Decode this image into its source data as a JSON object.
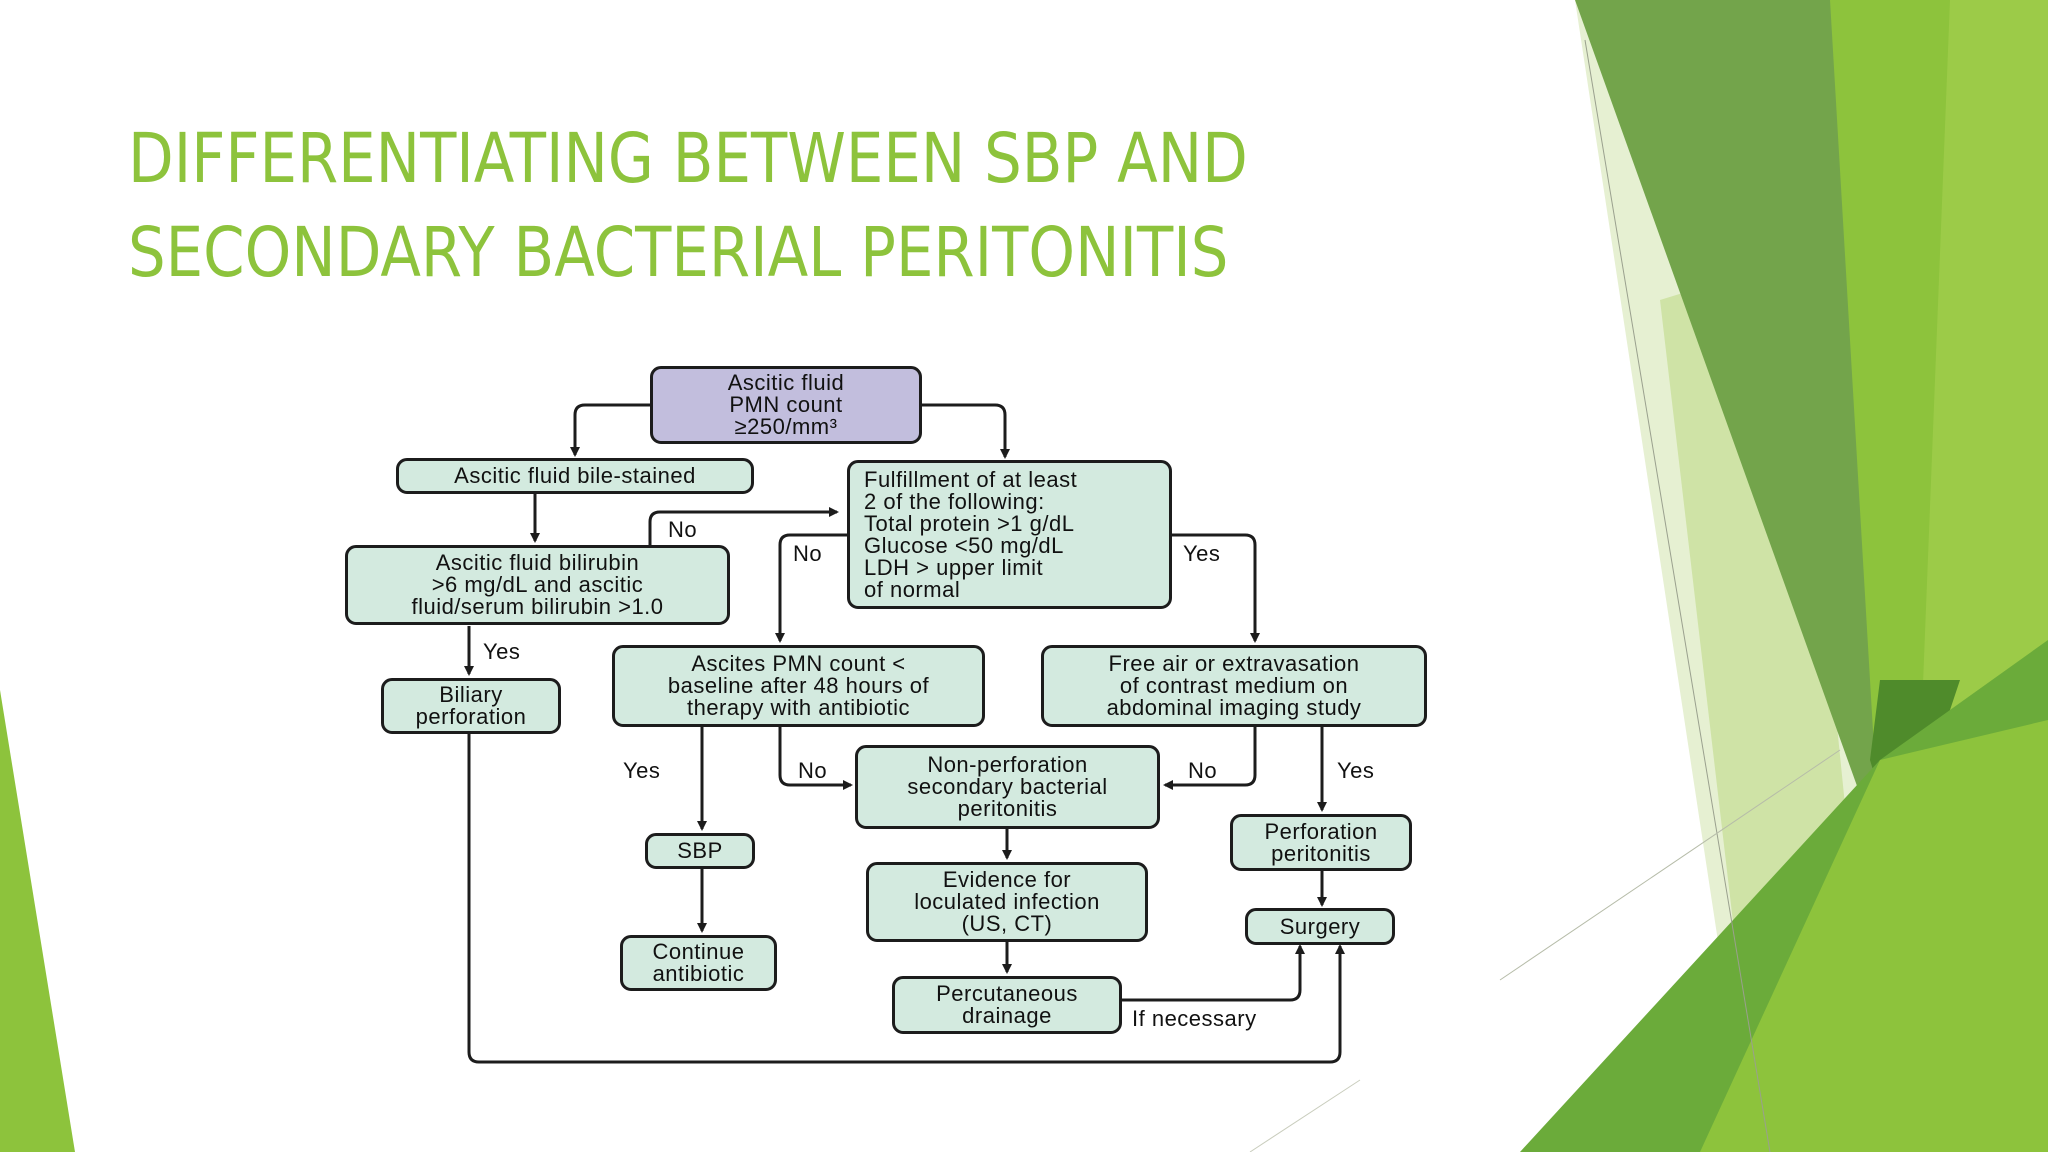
{
  "slide": {
    "title_line1": "DIFFERENTIATING BETWEEN SBP AND",
    "title_line2": "SECONDARY BACTERIAL PERITONITIS"
  },
  "theme": {
    "title_color": "#8dc33c",
    "box_fill": "#d3eadf",
    "top_box_fill": "#c2bedd",
    "green_light": "#8dc33c",
    "green_dark": "#4f8b2b"
  },
  "flowchart": {
    "nodes": {
      "pmn_count": "Ascitic fluid\nPMN count\n≥250/mm³",
      "bile_stained": "Ascitic fluid bile-stained",
      "criteria": "Fulfillment of at least\n   2 of the following:\nTotal protein >1 g/dL\nGlucose <50 mg/dL\nLDH > upper limit\n   of normal",
      "bilirubin": "Ascitic fluid bilirubin\n>6 mg/dL and ascitic\nfluid/serum bilirubin >1.0",
      "biliary_perforation": "Biliary\nperforation",
      "pmn_baseline": "Ascites PMN count <\nbaseline after 48 hours of\ntherapy with antibiotic",
      "free_air": "Free air or extravasation\nof contrast medium on\nabdominal imaging study",
      "non_perforation": "Non-perforation\nsecondary bacterial\nperitonitis",
      "sbp": "SBP",
      "perforation_peritonitis": "Perforation\nperitonitis",
      "evidence_loculated": "Evidence for\nloculated infection\n(US, CT)",
      "continue_antibiotic": "Continue\nantibiotic",
      "surgery": "Surgery",
      "percutaneous_drainage": "Percutaneous\ndrainage"
    },
    "edge_labels": {
      "no_bilirubin": "No",
      "no_criteria": "No",
      "yes_criteria": "Yes",
      "yes_bilirubin": "Yes",
      "yes_pmn": "Yes",
      "no_pmn": "No",
      "no_free_air": "No",
      "yes_free_air": "Yes",
      "if_necessary": "If necessary"
    }
  }
}
